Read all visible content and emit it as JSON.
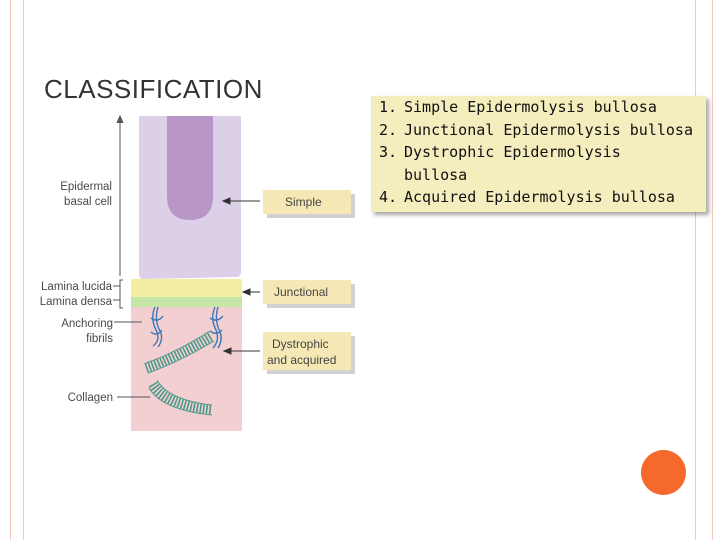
{
  "slide": {
    "title": "CLASSIFICATION",
    "list": [
      {
        "num": "1.",
        "text": "Simple Epidermolysis bullosa"
      },
      {
        "num": "2.",
        "text": "Junctional Epidermolysis bullosa"
      },
      {
        "num": "3.",
        "text": "Dystrophic Epidermolysis",
        "cont": "bullosa"
      },
      {
        "num": "4.",
        "text": "Acquired Epidermolysis bullosa"
      }
    ]
  },
  "figure": {
    "labels": {
      "epidermal_1": "Epidermal",
      "epidermal_2": "basal cell",
      "lamina_lucida": "Lamina lucida",
      "lamina_densa": "Lamina densa",
      "anchoring_1": "Anchoring",
      "anchoring_2": "fibrils",
      "collagen": "Collagen"
    },
    "callouts": {
      "simple": "Simple",
      "junctional": "Junctional",
      "dystrophic_1": "Dystrophic",
      "dystrophic_2": "and acquired"
    },
    "colors": {
      "cell": "#dccfe8",
      "nucleus": "#b896c8",
      "lamina_lucida": "#f3efa2",
      "lamina_densa": "#c6e6a8",
      "dermis": "#f4cfd2",
      "callout_box": "#f5e8b5",
      "fibril": "#3d78b5",
      "collagen": "#4a9a8a"
    }
  },
  "decor": {
    "accent": "#f56a2c",
    "frame": "#f3c9ba"
  }
}
